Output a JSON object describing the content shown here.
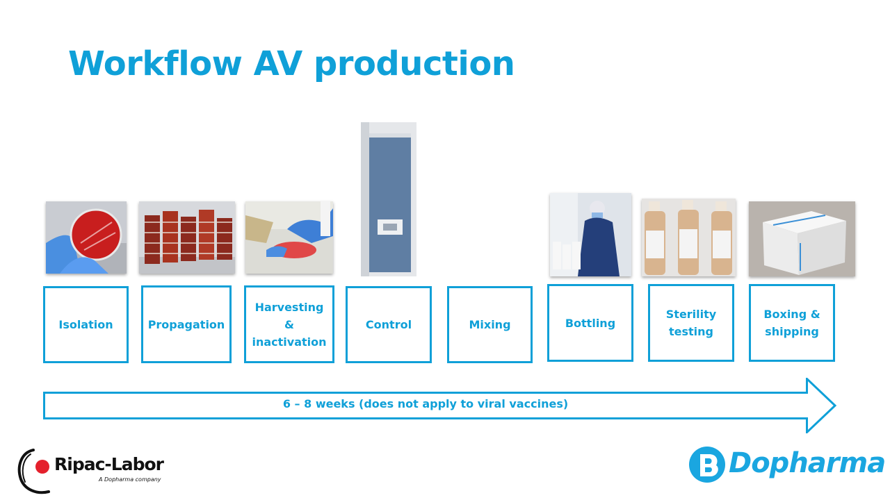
{
  "slide": {
    "title": "Workflow AV production"
  },
  "steps": [
    {
      "label": "Isolation"
    },
    {
      "label": "Propagation"
    },
    {
      "label": "Harvesting & inactivation"
    },
    {
      "label": "Control"
    },
    {
      "label": "Mixing"
    },
    {
      "label": "Bottling"
    },
    {
      "label": "Sterility testing"
    },
    {
      "label": "Boxing & shipping"
    }
  ],
  "timeline": {
    "label": "6 – 8 weeks (does not apply to viral vaccines)"
  },
  "logos": {
    "ripac": {
      "name": "Ripac-Labor",
      "tagline": "A Dopharma company"
    },
    "dopharma": {
      "name": "Dopharma"
    }
  },
  "colors": {
    "accent": "#0fa0d8",
    "dopharma_blue": "#1aa6e0",
    "ripac_red": "#e4202c"
  }
}
